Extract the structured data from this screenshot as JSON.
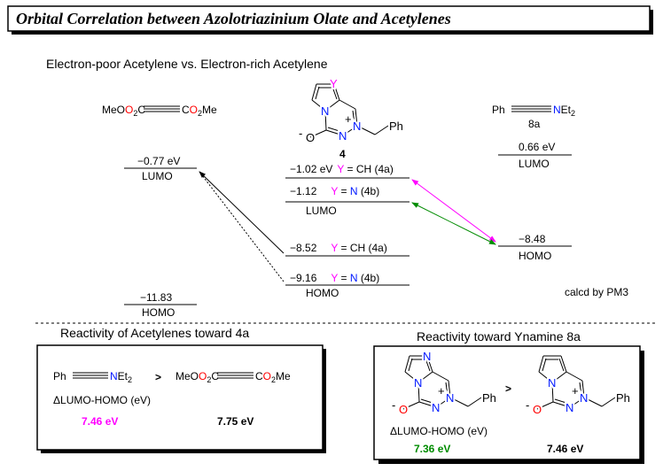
{
  "title": "Orbital Correlation between Azolotriazinium Olate and Acetylenes",
  "subtitle": "Electron-poor Acetylene vs. Electron-rich Acetylene",
  "colors": {
    "nitrogen": "#0018ff",
    "oxygen": "#ff0000",
    "y_label": "#ff00ff",
    "magenta_arrow": "#ff00ff",
    "green_arrow": "#008c00"
  },
  "dmad": {
    "left": "MeO",
    "sub1": "2",
    "mid": "C",
    "right_c": "C",
    "right": "O",
    "sub2": "2",
    "tail": "Me"
  },
  "ynamine": {
    "ph": "Ph",
    "n": "N",
    "et": "Et",
    "sub": "2",
    "label": "8a"
  },
  "compound4": {
    "y": "Y",
    "n": "N",
    "plus": "+",
    "minus": "-",
    "o": "O",
    "ph": "Ph",
    "label": "4"
  },
  "levels": {
    "dmad_lumo": {
      "value": "−0.77 eV",
      "label": "LUMO"
    },
    "dmad_homo": {
      "value": "−11.83",
      "label": "HOMO"
    },
    "c4_lumo_a": {
      "value": "−1.02 eV",
      "y": "Y",
      "rest": " = CH (4a)"
    },
    "c4_lumo_b": {
      "value": "−1.12",
      "y": "Y",
      "rest": " = ",
      "n": "N",
      "tail": " (4b)",
      "label": "LUMO"
    },
    "c4_homo_a": {
      "value": "−8.52",
      "y": "Y",
      "rest": " = CH (4a)"
    },
    "c4_homo_b": {
      "value": "−9.16",
      "y": "Y",
      "rest": " = ",
      "n": "N",
      "tail": " (4b)",
      "label": "HOMO"
    },
    "yn_lumo": {
      "value": "0.66 eV",
      "label": "LUMO"
    },
    "yn_homo": {
      "value": "−8.48",
      "label": "HOMO"
    }
  },
  "method": "calcd by PM3",
  "left_panel": {
    "heading": "Reactivity of Acetylenes toward 4a",
    "gt": ">",
    "delta": "ΔLUMO-HOMO (eV)",
    "val1": "7.46 eV",
    "val2": "7.75 eV"
  },
  "right_panel": {
    "heading": "Reactivity toward Ynamine 8a",
    "gt": ">",
    "delta": "ΔLUMO-HOMO (eV)",
    "val1": "7.36 eV",
    "val2": "7.46 eV"
  }
}
